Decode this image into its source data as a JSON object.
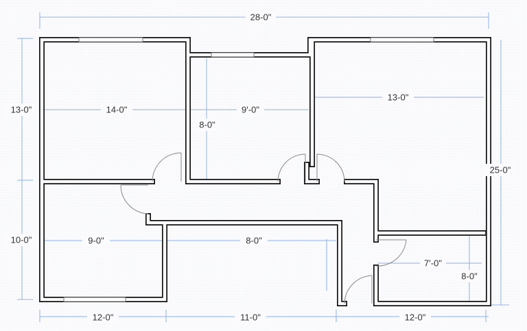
{
  "dimensions": {
    "overall_width": "28-0\"",
    "overall_depth": "25-0\"",
    "left_upper": "13-0\"",
    "left_lower": "10-0\"",
    "bedroom1_width": "14-0\"",
    "bedroom2_width": "9'-0\"",
    "bedroom2_depth": "8-0\"",
    "bedroom3_width": "13-0\"",
    "bedroom4_width": "9-0\"",
    "hall_width": "8-0\"",
    "bath_width": "7'-0\"",
    "bath_depth": "8-0\"",
    "bottom_left": "12-0\"",
    "bottom_mid": "11-0\"",
    "bottom_right": "12-0\""
  }
}
